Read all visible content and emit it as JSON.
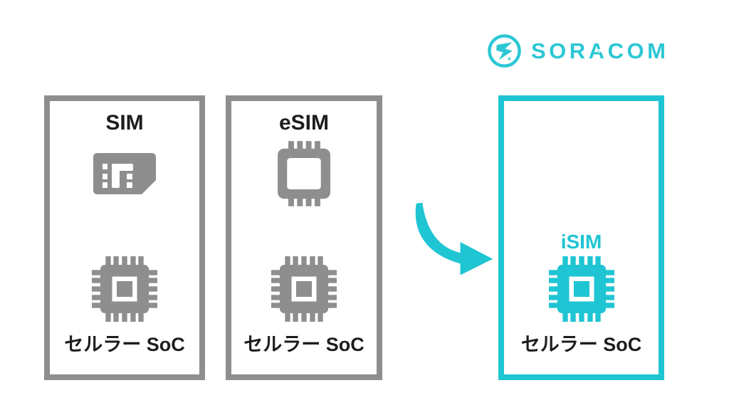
{
  "colors": {
    "accent": "#1fc5d3",
    "logo_accent": "#2cc7d4",
    "gray": "#8e8e8e",
    "text": "#1d1d1d",
    "background": "#ffffff"
  },
  "logo": {
    "wordmark": "SORACOM",
    "a_star": "★",
    "mark_icon": "soracom-bird-circle-icon"
  },
  "diagram": {
    "panels": [
      {
        "title": "SIM",
        "label": "セルラー SoC",
        "icons": [
          "sim-card-icon",
          "soc-chip-icon"
        ],
        "border": "gray",
        "highlighted": false
      },
      {
        "title": "eSIM",
        "label": "セルラー SoC",
        "icons": [
          "esim-package-icon",
          "soc-chip-icon"
        ],
        "border": "gray",
        "highlighted": false
      },
      {
        "title": "iSIM",
        "label": "セルラー SoC",
        "icons": [
          "isim-soc-chip-icon"
        ],
        "border": "cyan",
        "highlighted": true
      }
    ],
    "arrow": {
      "meaning": "evolution-to-isim",
      "direction": "right",
      "color": "#1fc5d3"
    }
  }
}
